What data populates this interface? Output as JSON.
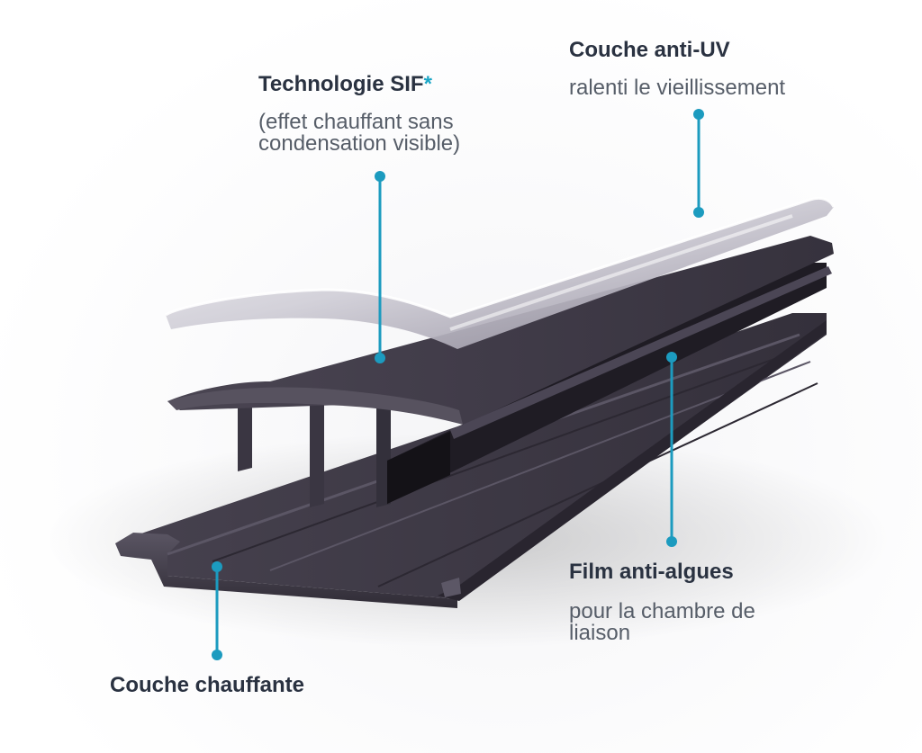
{
  "callouts": {
    "sif": {
      "title": "Technologie SIF",
      "asterisk": "*",
      "desc_line1": "(effet chauffant sans",
      "desc_line2": "condensation visible)"
    },
    "uv": {
      "title": "Couche anti-UV",
      "desc": "ralenti le vieillissement"
    },
    "algae": {
      "title": "Film anti-algues",
      "desc_line1": "pour la chambre de",
      "desc_line2": "liaison"
    },
    "heating": {
      "title": "Couche chauffante"
    }
  },
  "colors": {
    "accent": "#1c9bbf",
    "text_dark": "#2a3241",
    "text_muted": "#565d68",
    "profile_dark": "#3e3a47"
  }
}
